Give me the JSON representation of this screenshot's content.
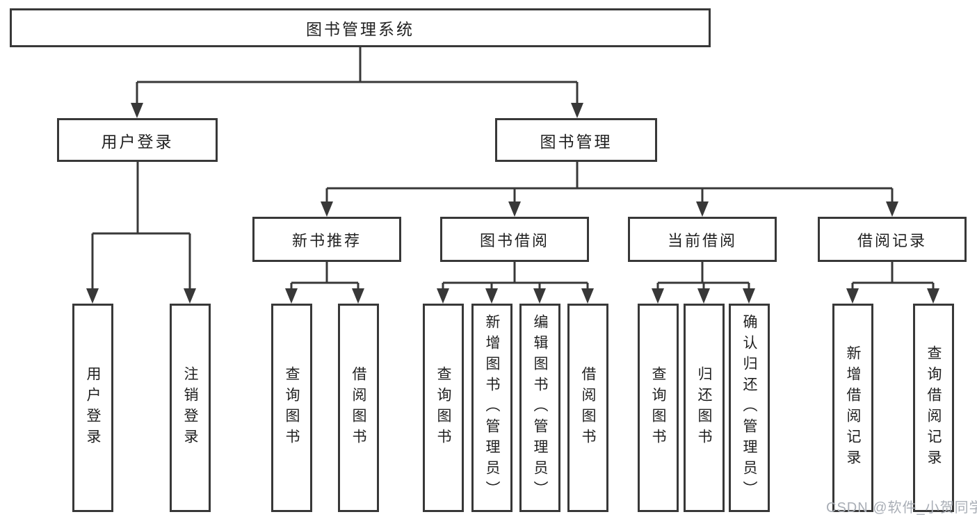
{
  "colors": {
    "line": "#383838",
    "text": "#212121",
    "watermark": "#a9aeb6",
    "node_background": "#ffffff",
    "page_background": "#ffffff"
  },
  "watermark": {
    "text": "CSDN @软件_小贺同学"
  },
  "tree": {
    "label": "图书管理系统",
    "children": [
      {
        "label": "用户登录",
        "children": [
          {
            "label": "用户登录"
          },
          {
            "label": "注销登录"
          }
        ]
      },
      {
        "label": "图书管理",
        "children": [
          {
            "label": "新书推荐",
            "children": [
              {
                "label": "查询图书"
              },
              {
                "label": "借阅图书"
              }
            ]
          },
          {
            "label": "图书借阅",
            "children": [
              {
                "label": "查询图书"
              },
              {
                "label": "新增图书（管理员）"
              },
              {
                "label": "编辑图书（管理员）"
              },
              {
                "label": "借阅图书"
              }
            ]
          },
          {
            "label": "当前借阅",
            "children": [
              {
                "label": "查询图书"
              },
              {
                "label": "归还图书"
              },
              {
                "label": "确认归还（管理员）"
              }
            ]
          },
          {
            "label": "借阅记录",
            "children": [
              {
                "label": "新增借阅记录"
              },
              {
                "label": "查询借阅记录"
              }
            ]
          }
        ]
      }
    ]
  }
}
